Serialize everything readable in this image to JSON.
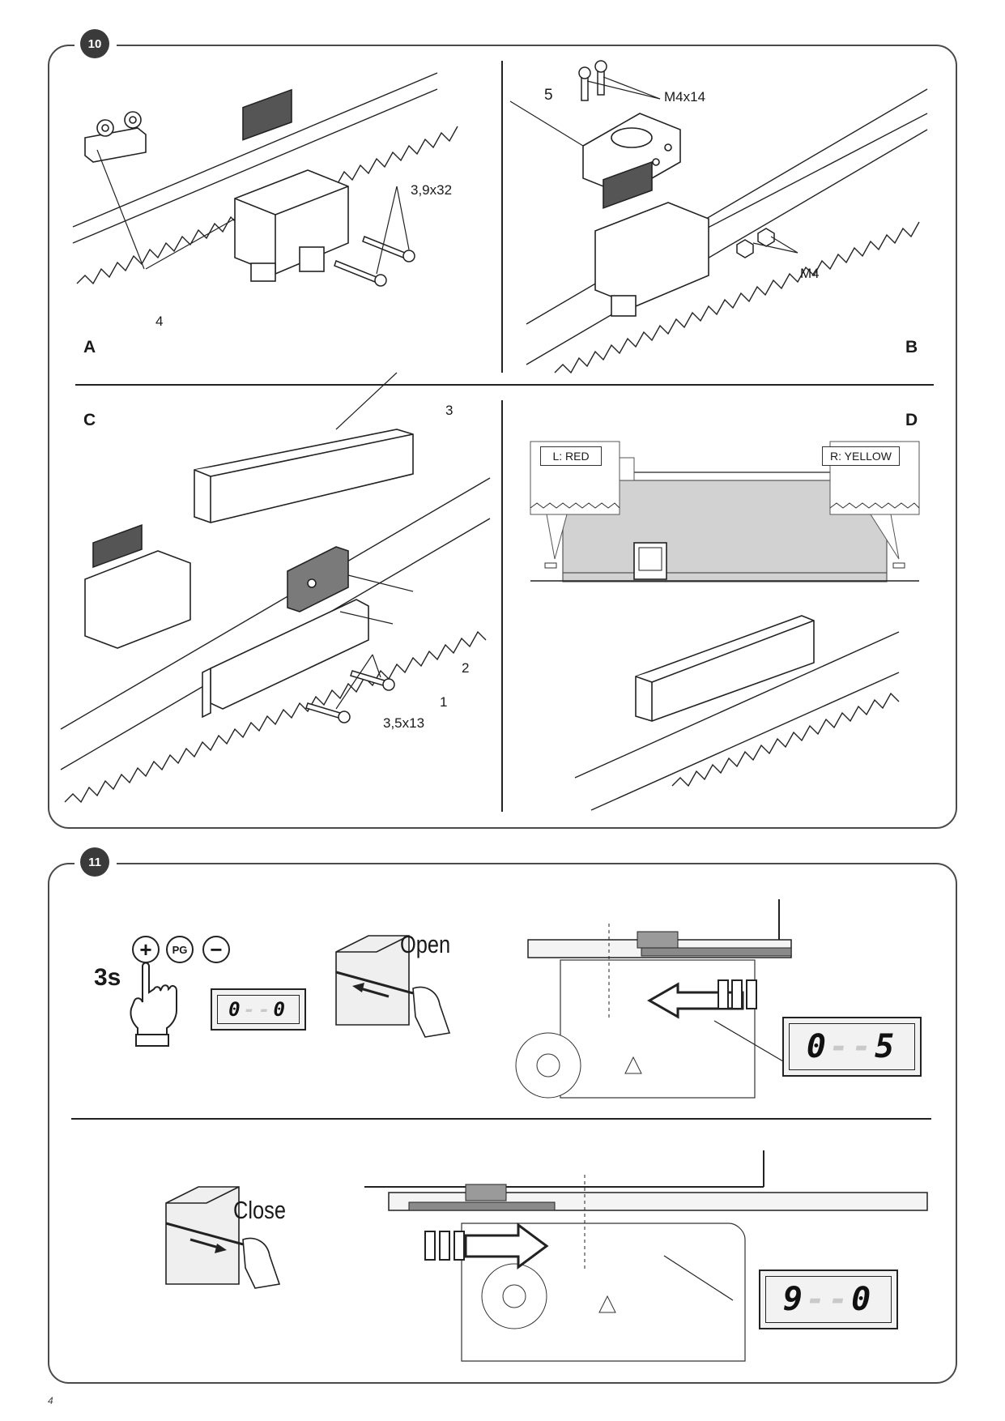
{
  "figure10": {
    "badge": "10",
    "panels": {
      "A": {
        "letter": "A",
        "callouts": {
          "part4": "4",
          "screws": "3,9x32"
        }
      },
      "B": {
        "letter": "B",
        "callouts": {
          "part5": "5",
          "screws": "M4x14",
          "nuts": "M4"
        }
      },
      "C": {
        "letter": "C",
        "callouts": {
          "part3": "3",
          "part2": "2",
          "part1": "1",
          "screws": "3,5x13"
        }
      },
      "D": {
        "letter": "D",
        "tags": {
          "left": "L: RED",
          "right": "R: YELLOW"
        }
      }
    }
  },
  "figure11": {
    "badge": "11",
    "hold_time": "3s",
    "buttons": {
      "plus": "+",
      "pg": "PG",
      "minus": "−"
    },
    "display_initial": {
      "d1": "0",
      "d2": "-",
      "d3": "-",
      "d4": "0"
    },
    "open_label": "Open",
    "display_open": {
      "d1": "0",
      "d2": "-",
      "d3": "-",
      "d4": "5"
    },
    "close_label": "Close",
    "display_close": {
      "d1": "9",
      "d2": "-",
      "d3": "-",
      "d4": "0"
    }
  },
  "page_number": "4"
}
